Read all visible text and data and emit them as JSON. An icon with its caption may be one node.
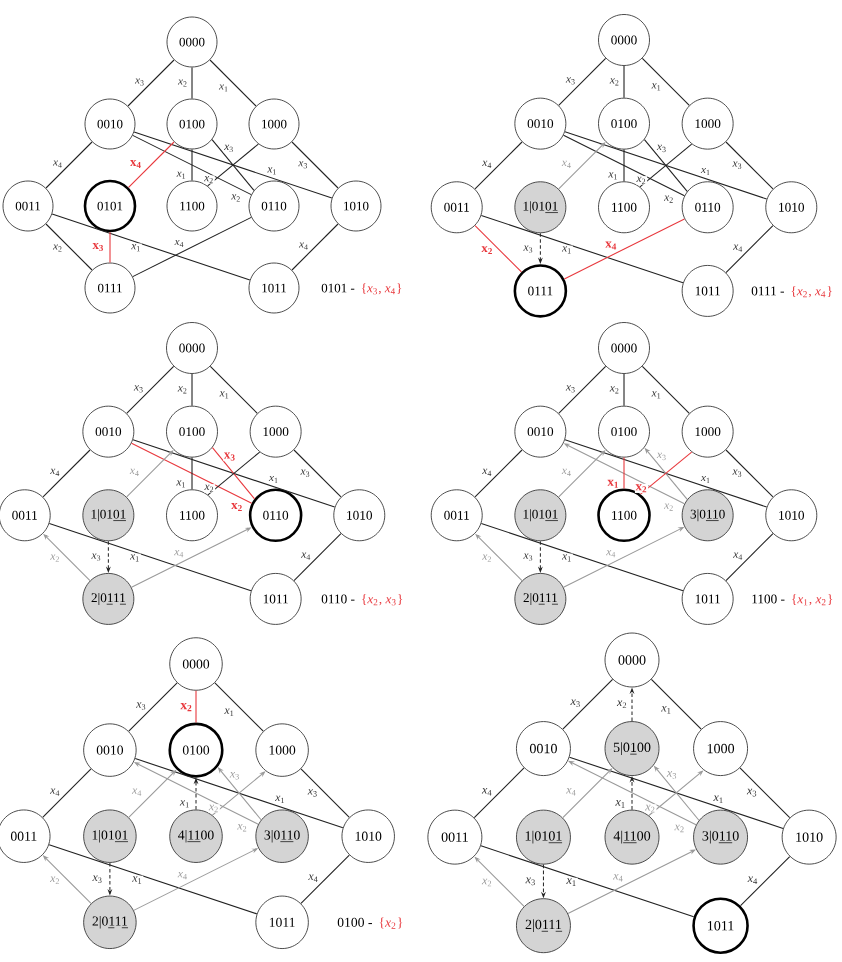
{
  "diagram": {
    "nodes": [
      {
        "text": [
          "0000"
        ]
      },
      {
        "text": [
          "0010"
        ]
      },
      {
        "text": [
          "0100"
        ]
      },
      {
        "text": [
          "1000"
        ]
      },
      {
        "text": [
          "0011"
        ]
      },
      {
        "text": [
          "0101"
        ]
      },
      {
        "text": [
          "1100"
        ]
      },
      {
        "text": [
          "0110"
        ]
      },
      {
        "text": [
          "1010"
        ]
      },
      {
        "text": [
          "0111"
        ]
      },
      {
        "text": [
          "1011"
        ]
      },
      {
        "text": [
          "0000"
        ]
      },
      {
        "text": [
          "0010"
        ]
      },
      {
        "text": [
          "0100"
        ]
      },
      {
        "text": [
          "1000"
        ]
      },
      {
        "text": [
          "0011"
        ]
      },
      {
        "text": [
          "1|0101"
        ]
      },
      {
        "text": [
          "1100"
        ]
      },
      {
        "text": [
          "0110"
        ]
      },
      {
        "text": [
          "1010"
        ]
      },
      {
        "text": [
          "0111"
        ]
      },
      {
        "text": [
          "1011"
        ]
      },
      {
        "text": [
          "0000"
        ]
      },
      {
        "text": [
          "0010"
        ]
      },
      {
        "text": [
          "0100"
        ]
      },
      {
        "text": [
          "1000"
        ]
      },
      {
        "text": [
          "0011"
        ]
      },
      {
        "text": [
          "1|0101"
        ]
      },
      {
        "text": [
          "1100"
        ]
      },
      {
        "text": [
          "0110"
        ]
      },
      {
        "text": [
          "1010"
        ]
      },
      {
        "text": [
          "2|0111"
        ]
      },
      {
        "text": [
          "1011"
        ]
      },
      {
        "text": [
          "0000"
        ]
      },
      {
        "text": [
          "0010"
        ]
      },
      {
        "text": [
          "0100"
        ]
      },
      {
        "text": [
          "1000"
        ]
      },
      {
        "text": [
          "0011"
        ]
      },
      {
        "text": [
          "1|0101"
        ]
      },
      {
        "text": [
          "1100"
        ]
      },
      {
        "text": [
          "3|0110"
        ]
      },
      {
        "text": [
          "1010"
        ]
      },
      {
        "text": [
          "2|0111"
        ]
      },
      {
        "text": [
          "1011"
        ]
      },
      {
        "text": [
          "0000"
        ]
      },
      {
        "text": [
          "0010"
        ]
      },
      {
        "text": [
          "0100"
        ]
      },
      {
        "text": [
          "1000"
        ]
      },
      {
        "text": [
          "0011"
        ]
      },
      {
        "text": [
          "1|0101"
        ]
      },
      {
        "text": [
          "4|1100"
        ]
      },
      {
        "text": [
          "3|0110"
        ]
      },
      {
        "text": [
          "1010"
        ]
      },
      {
        "text": [
          "2|0111"
        ]
      },
      {
        "text": [
          "1011"
        ]
      },
      {
        "text": [
          "0000"
        ]
      },
      {
        "text": [
          "0010"
        ]
      },
      {
        "text": [
          "5|0100"
        ]
      },
      {
        "text": [
          "1000"
        ]
      },
      {
        "text": [
          "0011"
        ]
      },
      {
        "text": [
          "1|0101"
        ]
      },
      {
        "text": [
          "4|1100"
        ]
      },
      {
        "text": [
          "3|0110"
        ]
      },
      {
        "text": [
          "1010"
        ]
      },
      {
        "text": [
          "2|0111"
        ]
      },
      {
        "text": [
          "1011"
        ]
      }
    ],
    "edges": [
      {
        "from": 0,
        "to": 1,
        "arrow": "none",
        "label": "*x*$_{3}$"
      },
      {
        "from": 0,
        "to": 2,
        "arrow": "none",
        "label": "*x*$_{2}$"
      },
      {
        "from": 0,
        "to": 3,
        "arrow": "none",
        "label": "*x*$_{1}$"
      },
      {
        "from": 1,
        "to": 4,
        "arrow": "none",
        "label": "*x*$_{4}$"
      },
      {
        "from": 1,
        "to": 7,
        "arrow": "none",
        "label": "*x*$_{2}$"
      },
      {
        "from": 1,
        "to": 8,
        "arrow": "none",
        "label": "*x*$_{1}$"
      },
      {
        "from": 2,
        "to": 5,
        "arrow": "none",
        "label": "x$_{4}$",
        "color": "#e8383d"
      },
      {
        "from": 2,
        "to": 6,
        "arrow": "none",
        "label": "*x*$_{1}$"
      },
      {
        "from": 2,
        "to": 7,
        "arrow": "none",
        "label": "*x*$_{3}$"
      },
      {
        "from": 3,
        "to": 6,
        "arrow": "none",
        "label": "*x*$_{2}$"
      },
      {
        "from": 3,
        "to": 8,
        "arrow": "none",
        "label": "*x*$_{3}$"
      },
      {
        "from": 4,
        "to": 9,
        "arrow": "none",
        "label": "*x*$_{2}$"
      },
      {
        "from": 4,
        "to": 10,
        "arrow": "none",
        "label": "*x*$_{1}$"
      },
      {
        "from": 5,
        "to": 9,
        "arrow": "none",
        "label": "x$_{3}$",
        "color": "#e8383d"
      },
      {
        "from": 7,
        "to": 9,
        "arrow": "none",
        "label": "*x*$_{4}$"
      },
      {
        "from": 8,
        "to": 10,
        "arrow": "none",
        "label": "*x*$_{4}$"
      },
      {
        "from": 11,
        "to": 12,
        "arrow": "none",
        "label": "*x*$_{3}$"
      },
      {
        "from": 11,
        "to": 13,
        "arrow": "none",
        "label": "*x*$_{2}$"
      },
      {
        "from": 11,
        "to": 14,
        "arrow": "none",
        "label": "*x*$_{1}$"
      },
      {
        "from": 12,
        "to": 15,
        "arrow": "none",
        "label": "*x*$_{4}$"
      },
      {
        "from": 12,
        "to": 18,
        "arrow": "none",
        "label": "*x*$_{2}$"
      },
      {
        "from": 12,
        "to": 19,
        "arrow": "none",
        "label": "*x*$_{1}$"
      },
      {
        "from": 16,
        "to": 13,
        "arrow": "to",
        "label": "*x*$_{4}$",
        "color": "#9a9a9a"
      },
      {
        "from": 13,
        "to": 17,
        "arrow": "none",
        "label": "*x*$_{1}$"
      },
      {
        "from": 13,
        "to": 18,
        "arrow": "none",
        "label": "*x*$_{3}$"
      },
      {
        "from": 14,
        "to": 17,
        "arrow": "none",
        "label": "*x*$_{2}$"
      },
      {
        "from": 14,
        "to": 19,
        "arrow": "none",
        "label": "*x*$_{3}$"
      },
      {
        "from": 15,
        "to": 20,
        "arrow": "none",
        "label": "x$_{2}$",
        "color": "#e8383d"
      },
      {
        "from": 15,
        "to": 21,
        "arrow": "none",
        "label": "*x*$_{1}$"
      },
      {
        "from": 16,
        "to": 20,
        "arrow": "to",
        "label": "*x*$_{3}$",
        "style": "dashed"
      },
      {
        "from": 18,
        "to": 20,
        "arrow": "none",
        "label": "x$_{4}$",
        "color": "#e8383d"
      },
      {
        "from": 19,
        "to": 21,
        "arrow": "none",
        "label": "*x*$_{4}$"
      },
      {
        "from": 22,
        "to": 23,
        "arrow": "none",
        "label": "*x*$_{3}$"
      },
      {
        "from": 22,
        "to": 24,
        "arrow": "none",
        "label": "*x*$_{2}$"
      },
      {
        "from": 22,
        "to": 25,
        "arrow": "none",
        "label": "*x*$_{1}$"
      },
      {
        "from": 23,
        "to": 26,
        "arrow": "none",
        "label": "*x*$_{4}$"
      },
      {
        "from": 23,
        "to": 29,
        "arrow": "none",
        "label": "x$_{2}$",
        "color": "#e8383d"
      },
      {
        "from": 23,
        "to": 30,
        "arrow": "none",
        "label": "*x*$_{1}$"
      },
      {
        "from": 27,
        "to": 24,
        "arrow": "to",
        "label": "*x*$_{4}$",
        "color": "#9a9a9a"
      },
      {
        "from": 24,
        "to": 28,
        "arrow": "none",
        "label": "*x*$_{1}$"
      },
      {
        "from": 24,
        "to": 29,
        "arrow": "none",
        "label": "x$_{3}$",
        "color": "#e8383d"
      },
      {
        "from": 25,
        "to": 28,
        "arrow": "none",
        "label": "*x*$_{2}$"
      },
      {
        "from": 25,
        "to": 30,
        "arrow": "none",
        "label": "*x*$_{3}$"
      },
      {
        "from": 31,
        "to": 26,
        "arrow": "to",
        "label": "*x*$_{2}$",
        "color": "#9a9a9a"
      },
      {
        "from": 26,
        "to": 32,
        "arrow": "none",
        "label": "*x*$_{1}$"
      },
      {
        "from": 27,
        "to": 31,
        "arrow": "to",
        "label": "*x*$_{3}$",
        "style": "dashed"
      },
      {
        "from": 31,
        "to": 29,
        "arrow": "to",
        "label": "*x*$_{4}$",
        "color": "#9a9a9a"
      },
      {
        "from": 30,
        "to": 32,
        "arrow": "none",
        "label": "*x*$_{4}$"
      },
      {
        "from": 33,
        "to": 34,
        "arrow": "none",
        "label": "*x*$_{3}$"
      },
      {
        "from": 33,
        "to": 35,
        "arrow": "none",
        "label": "*x*$_{2}$"
      },
      {
        "from": 33,
        "to": 36,
        "arrow": "none",
        "label": "*x*$_{1}$"
      },
      {
        "from": 34,
        "to": 37,
        "arrow": "none",
        "label": "*x*$_{4}$"
      },
      {
        "from": 40,
        "to": 34,
        "arrow": "to",
        "label": "*x*$_{2}$",
        "color": "#9a9a9a"
      },
      {
        "from": 34,
        "to": 41,
        "arrow": "none",
        "label": "*x*$_{1}$"
      },
      {
        "from": 38,
        "to": 35,
        "arrow": "to",
        "label": "*x*$_{4}$",
        "color": "#9a9a9a"
      },
      {
        "from": 35,
        "to": 39,
        "arrow": "none",
        "label": "x$_{1}$",
        "color": "#e8383d"
      },
      {
        "from": 40,
        "to": 35,
        "arrow": "to",
        "label": "*x*$_{3}$",
        "color": "#9a9a9a"
      },
      {
        "from": 36,
        "to": 39,
        "arrow": "none",
        "label": "x$_{2}$",
        "color": "#e8383d"
      },
      {
        "from": 36,
        "to": 41,
        "arrow": "none",
        "label": "*x*$_{3}$"
      },
      {
        "from": 42,
        "to": 37,
        "arrow": "to",
        "label": "*x*$_{2}$",
        "color": "#9a9a9a"
      },
      {
        "from": 37,
        "to": 43,
        "arrow": "none",
        "label": "*x*$_{1}$"
      },
      {
        "from": 38,
        "to": 42,
        "arrow": "to",
        "label": "*x*$_{3}$",
        "style": "dashed"
      },
      {
        "from": 42,
        "to": 40,
        "arrow": "to",
        "label": "*x*$_{4}$",
        "color": "#9a9a9a"
      },
      {
        "from": 41,
        "to": 43,
        "arrow": "none",
        "label": "*x*$_{4}$"
      },
      {
        "from": 44,
        "to": 45,
        "arrow": "none",
        "label": "*x*$_{3}$"
      },
      {
        "from": 44,
        "to": 46,
        "arrow": "none",
        "label": "x$_{2}$",
        "color": "#e8383d"
      },
      {
        "from": 44,
        "to": 47,
        "arrow": "none",
        "label": "*x*$_{1}$"
      },
      {
        "from": 45,
        "to": 48,
        "arrow": "none",
        "label": "*x*$_{4}$"
      },
      {
        "from": 51,
        "to": 45,
        "arrow": "to",
        "label": "*x*$_{2}$",
        "color": "#9a9a9a"
      },
      {
        "from": 45,
        "to": 52,
        "arrow": "none",
        "label": "*x*$_{1}$"
      },
      {
        "from": 49,
        "to": 46,
        "arrow": "to",
        "label": "*x*$_{4}$",
        "color": "#9a9a9a"
      },
      {
        "from": 50,
        "to": 46,
        "arrow": "to",
        "label": "*x*$_{1}$",
        "style": "dashed"
      },
      {
        "from": 51,
        "to": 46,
        "arrow": "to",
        "label": "*x*$_{3}$",
        "color": "#9a9a9a"
      },
      {
        "from": 50,
        "to": 47,
        "arrow": "to",
        "label": "*x*$_{2}$",
        "color": "#9a9a9a"
      },
      {
        "from": 47,
        "to": 52,
        "arrow": "none",
        "label": "*x*$_{3}$"
      },
      {
        "from": 53,
        "to": 48,
        "arrow": "to",
        "label": "*x*$_{2}$",
        "color": "#9a9a9a"
      },
      {
        "from": 48,
        "to": 54,
        "arrow": "none",
        "label": "*x*$_{1}$"
      },
      {
        "from": 49,
        "to": 53,
        "arrow": "to",
        "label": "*x*$_{3}$",
        "style": "dashed"
      },
      {
        "from": 53,
        "to": 51,
        "arrow": "to",
        "label": "*x*$_{4}$",
        "color": "#9a9a9a"
      },
      {
        "from": 52,
        "to": 54,
        "arrow": "none",
        "label": "*x*$_{4}$"
      },
      {
        "from": 55,
        "to": 56,
        "arrow": "none",
        "label": "*x*$_{3}$"
      },
      {
        "from": 57,
        "to": 55,
        "arrow": "to",
        "label": "*x*$_{2}$",
        "style": "dashed"
      },
      {
        "from": 55,
        "to": 58,
        "arrow": "none",
        "label": "*x*$_{1}$"
      },
      {
        "from": 56,
        "to": 59,
        "arrow": "none",
        "label": "*x*$_{4}$"
      },
      {
        "from": 62,
        "to": 56,
        "arrow": "to",
        "label": "*x*$_{2}$",
        "color": "#9a9a9a"
      },
      {
        "from": 56,
        "to": 63,
        "arrow": "none",
        "label": "*x*$_{1}$"
      },
      {
        "from": 60,
        "to": 57,
        "arrow": "to",
        "label": "*x*$_{4}$",
        "color": "#9a9a9a"
      },
      {
        "from": 61,
        "to": 57,
        "arrow": "to",
        "label": "*x*$_{1}$",
        "style": "dashed"
      },
      {
        "from": 62,
        "to": 57,
        "arrow": "to",
        "label": "*x*$_{3}$",
        "color": "#9a9a9a"
      },
      {
        "from": 61,
        "to": 58,
        "arrow": "to",
        "label": "*x*$_{2}$",
        "color": "#9a9a9a"
      },
      {
        "from": 58,
        "to": 63,
        "arrow": "none",
        "label": "*x*$_{3}$"
      },
      {
        "from": 64,
        "to": 59,
        "arrow": "to",
        "label": "*x*$_{2}$",
        "color": "#9a9a9a"
      },
      {
        "from": 59,
        "to": 65,
        "arrow": "none",
        "label": "*x*$_{1}$"
      },
      {
        "from": 60,
        "to": 64,
        "arrow": "to",
        "label": "*x*$_{3}$",
        "style": "dashed"
      },
      {
        "from": 64,
        "to": 62,
        "arrow": "to",
        "label": "*x*$_{4}$",
        "color": "#9a9a9a"
      },
      {
        "from": 63,
        "to": 65,
        "arrow": "none",
        "label": "*x*$_{4}$"
      }
    ],
    "labels": [
      "0101 -",
      "{*x*$_{3}$, *x*$_{4}$}",
      "0111 -",
      "{*x*$_{2}$, *x*$_{4}$}",
      "0110 -",
      "{*x*$_{2}$, *x*$_{3}$}",
      "1100 -",
      "{*x*$_{1}$, *x*$_{2}$}",
      "0100 -",
      "{*x*$_{2}$}"
    ]
  }
}
